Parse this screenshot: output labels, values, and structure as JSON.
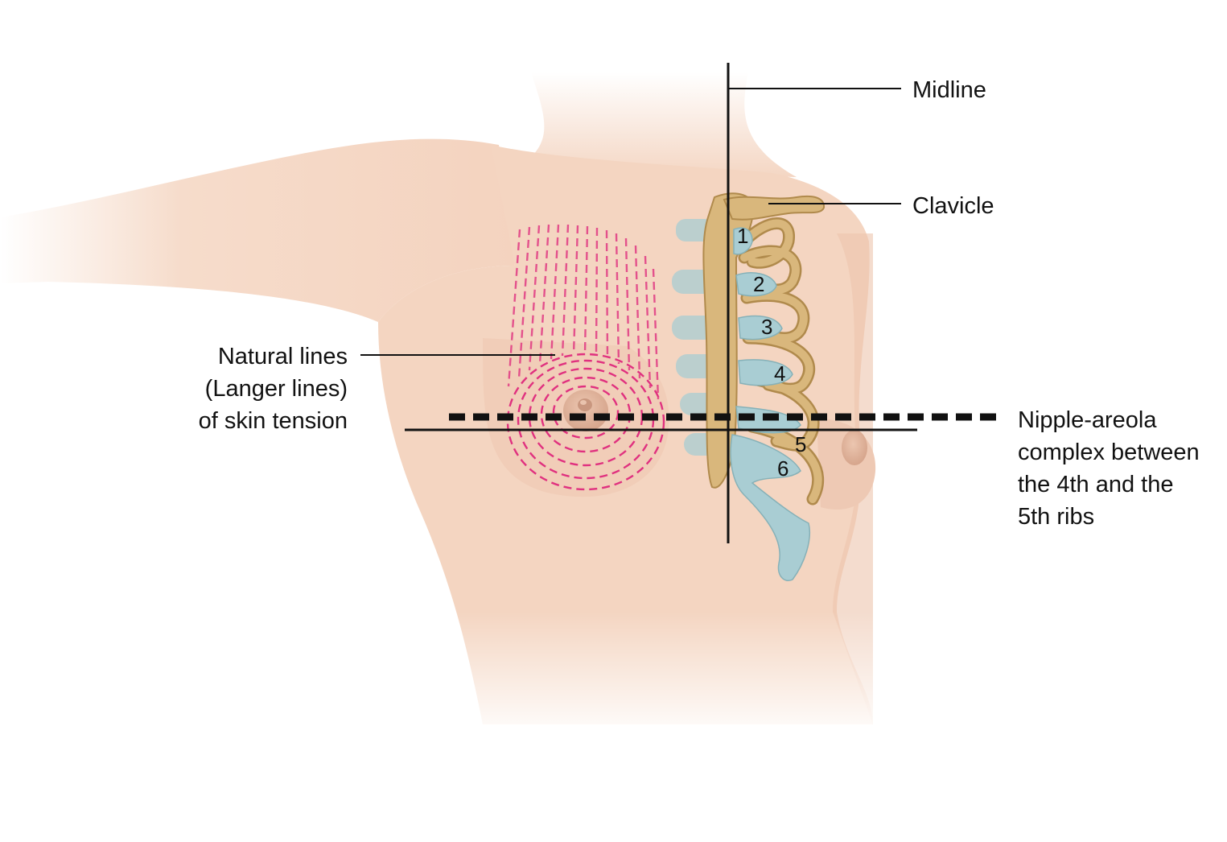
{
  "labels": {
    "midline": "Midline",
    "clavicle": "Clavicle",
    "natural_lines": [
      "Natural lines",
      "(Langer lines)",
      "of skin tension"
    ],
    "nipple_areola": [
      "Nipple-areola",
      "complex between",
      "the 4th and the",
      "5th ribs"
    ]
  },
  "rib_numbers": [
    "1",
    "2",
    "3",
    "4",
    "5",
    "6"
  ],
  "colors": {
    "skin": "#f6dac8",
    "skin_shadow": "#e9bca3",
    "bone": "#d9b77c",
    "bone_outline": "#b08a4c",
    "cartilage": "#a9cdd3",
    "langer_lines": "#e0317f",
    "areola": "#c9977f",
    "leader_lines": "#111111"
  }
}
